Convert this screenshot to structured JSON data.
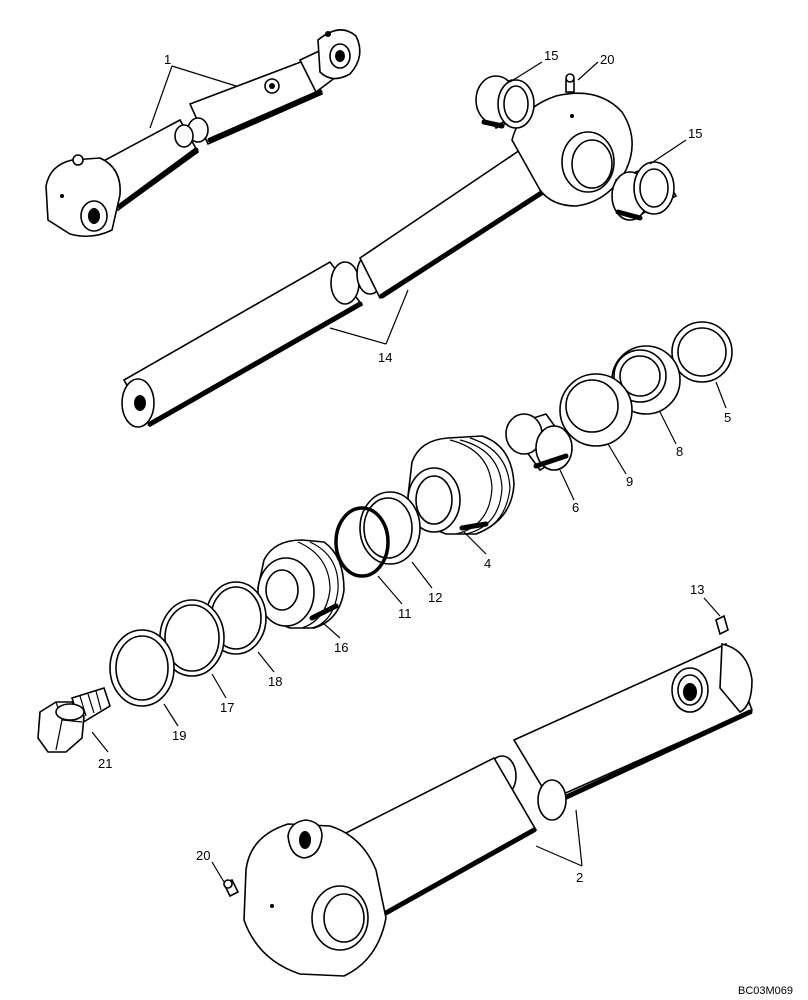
{
  "figure": {
    "reference_code": "BC03M069"
  },
  "callouts": {
    "c1": "1",
    "c2": "2",
    "c4": "4",
    "c5": "5",
    "c6": "6",
    "c8": "8",
    "c9": "9",
    "c11": "11",
    "c12": "12",
    "c13": "13",
    "c14": "14",
    "c15a": "15",
    "c15b": "15",
    "c16": "16",
    "c17": "17",
    "c18": "18",
    "c19": "19",
    "c20a": "20",
    "c20b": "20",
    "c21": "21"
  }
}
